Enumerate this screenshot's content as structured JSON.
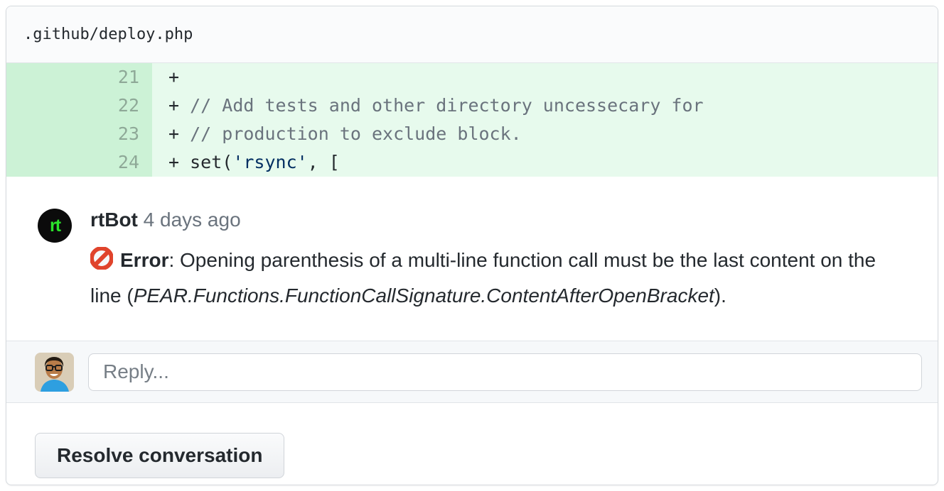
{
  "file": {
    "path": ".github/deploy.php"
  },
  "diff": {
    "lines": [
      {
        "number": "21",
        "segments": [
          {
            "text": "+",
            "style": "plain"
          }
        ]
      },
      {
        "number": "22",
        "segments": [
          {
            "text": "+ ",
            "style": "plain"
          },
          {
            "text": "// Add tests and other directory uncessecary for",
            "style": "comment"
          }
        ]
      },
      {
        "number": "23",
        "segments": [
          {
            "text": "+ ",
            "style": "plain"
          },
          {
            "text": "// production to exclude block.",
            "style": "comment"
          }
        ]
      },
      {
        "number": "24",
        "segments": [
          {
            "text": "+ set(",
            "style": "plain"
          },
          {
            "text": "'rsync'",
            "style": "string"
          },
          {
            "text": ", [",
            "style": "plain"
          }
        ]
      }
    ]
  },
  "comment": {
    "avatar_text": "rt",
    "author": "rtBot",
    "timestamp": "4 days ago",
    "error_icon": "no-entry-icon",
    "error_label": "Error",
    "body_before": ": Opening parenthesis of a multi-line function call must be the last content on the line (",
    "body_italic": "PEAR.Functions.FunctionCallSignature.ContentAfterOpenBracket",
    "body_after": ")."
  },
  "reply": {
    "placeholder": "Reply..."
  },
  "actions": {
    "resolve_label": "Resolve conversation"
  },
  "colors": {
    "added_line_bg": "#e7faed",
    "added_gutter_bg": "#ccf2d6",
    "string_color": "#032f62",
    "comment_color": "#6a737d",
    "bot_avatar_green": "#2be32b",
    "bot_avatar_bg": "#0b0b0b",
    "error_icon_red": "#e0442c",
    "text_color": "#24292e",
    "muted_color": "#6a737d"
  }
}
